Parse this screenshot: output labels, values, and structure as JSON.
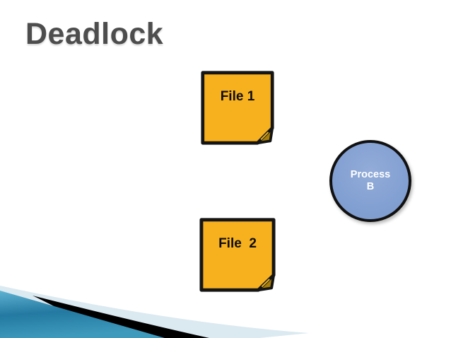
{
  "slide": {
    "title": "Deadlock",
    "title_color": "#4d4d4d",
    "background_color": "#ffffff"
  },
  "shapes": {
    "file1": {
      "label": "File 1",
      "fill": "#f7b01e",
      "fold_fill": "#a87d08",
      "border_color": "#151515",
      "text_color": "#0d0d0d"
    },
    "file2": {
      "label": "File  2",
      "fill": "#f7b01e",
      "fold_fill": "#a87d08",
      "border_color": "#151515",
      "text_color": "#0d0d0d"
    },
    "process_b": {
      "label_line1": "Process",
      "label_line2": "B",
      "fill": "#84a1d3",
      "border_color": "#111111",
      "text_color": "#ffffff"
    }
  },
  "decoration": {
    "swoosh_teal": "#2d85ab",
    "swoosh_teal_light": "#5fb2d2",
    "swoosh_teal_dark": "#2379a1",
    "swoosh_black": "#000000",
    "swoosh_pale": "#dbe9f1"
  }
}
